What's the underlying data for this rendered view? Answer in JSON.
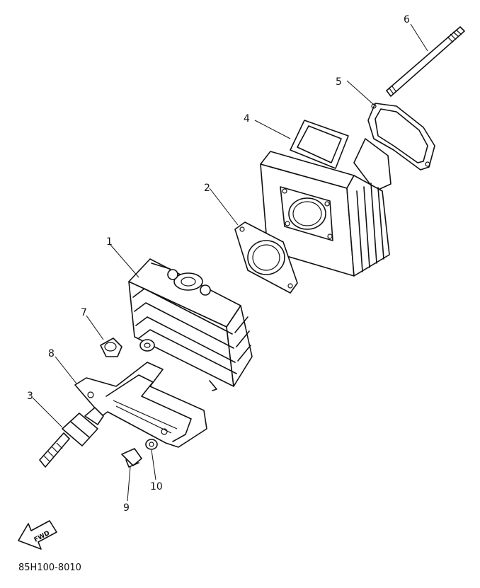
{
  "diagram_code": "85H100-8010",
  "fwd_label": "FWD",
  "callouts": [
    {
      "id": "1",
      "label": "1"
    },
    {
      "id": "2",
      "label": "2"
    },
    {
      "id": "3",
      "label": "3"
    },
    {
      "id": "4",
      "label": "4"
    },
    {
      "id": "5",
      "label": "5"
    },
    {
      "id": "6",
      "label": "6"
    },
    {
      "id": "7",
      "label": "7"
    },
    {
      "id": "8",
      "label": "8"
    },
    {
      "id": "9",
      "label": "9"
    },
    {
      "id": "10",
      "label": "10"
    }
  ]
}
